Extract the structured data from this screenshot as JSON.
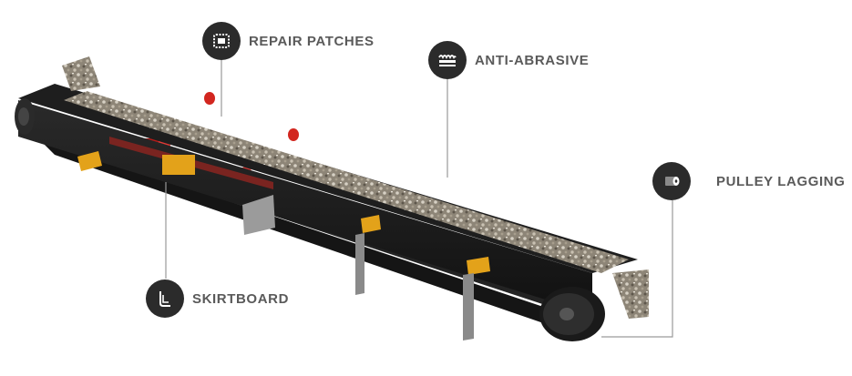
{
  "callouts": {
    "repair_patches": {
      "label": "REPAIR PATCHES",
      "icon": "repair-patch-icon"
    },
    "anti_abrasive": {
      "label": "ANTI-ABRASIVE",
      "icon": "abrasive-belt-icon"
    },
    "pulley_lagging": {
      "label": "PULLEY LAGGING",
      "icon": "pulley-icon"
    },
    "skirtboard": {
      "label": "SKIRTBOARD",
      "icon": "skirtboard-icon"
    }
  },
  "colors": {
    "badge": "#2b2b2b",
    "label_text": "#5a5a5a",
    "belt": "#1e1e1e",
    "idler_red": "#c8201e",
    "bracket_yellow": "#e3a21a",
    "leader_line": "#9a9a9a"
  }
}
